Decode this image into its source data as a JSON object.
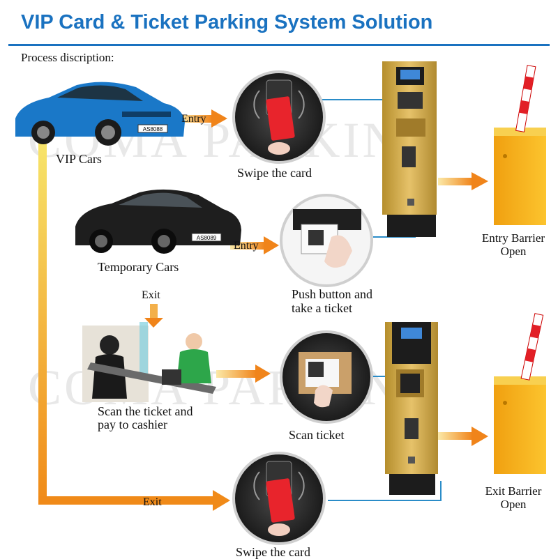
{
  "header": {
    "title": "VIP Card & Ticket Parking System Solution",
    "subtitle": "Process discription:"
  },
  "watermark": "COMA PARKING",
  "colors": {
    "title_blue": "#1a72c0",
    "flow_orange": "#f0921e",
    "flow_yellow": "#f7e46a",
    "connector_blue": "#2a8cc8",
    "barrier_yellow": "#f6b21a",
    "terminal_gold": "#d8b04a"
  },
  "nodes": {
    "vip_cars": "VIP Cars",
    "temporary_cars": "Temporary Cars",
    "swipe_card_entry": "Swipe the card",
    "push_button": [
      "Push button and",
      "take a ticket"
    ],
    "scan_pay": [
      "Scan the ticket and",
      "pay to cashier"
    ],
    "scan_ticket": "Scan ticket",
    "swipe_card_exit": "Swipe the card",
    "entry_barrier": [
      "Entry Barrier",
      "Open"
    ],
    "exit_barrier": [
      "Exit Barrier",
      "Open"
    ]
  },
  "arrows": {
    "vip_entry": "Entry",
    "temp_entry": "Entry",
    "temp_exit": "Exit",
    "vip_exit": "Exit"
  },
  "icons": {
    "vip_car": "blue-sports-car-icon",
    "temp_car": "black-sports-car-icon",
    "card_reader": "rfid-card-reader-icon",
    "ticket_dispenser": "ticket-dispenser-icon",
    "cashier": "cashier-booth-icon",
    "ticket_scanner": "qr-ticket-scanner-icon",
    "entry_terminal": "entry-terminal-icon",
    "exit_terminal": "exit-terminal-icon",
    "barrier_gate": "barrier-gate-icon"
  },
  "plate_vip": "AS8088",
  "plate_temp": "AS8089"
}
